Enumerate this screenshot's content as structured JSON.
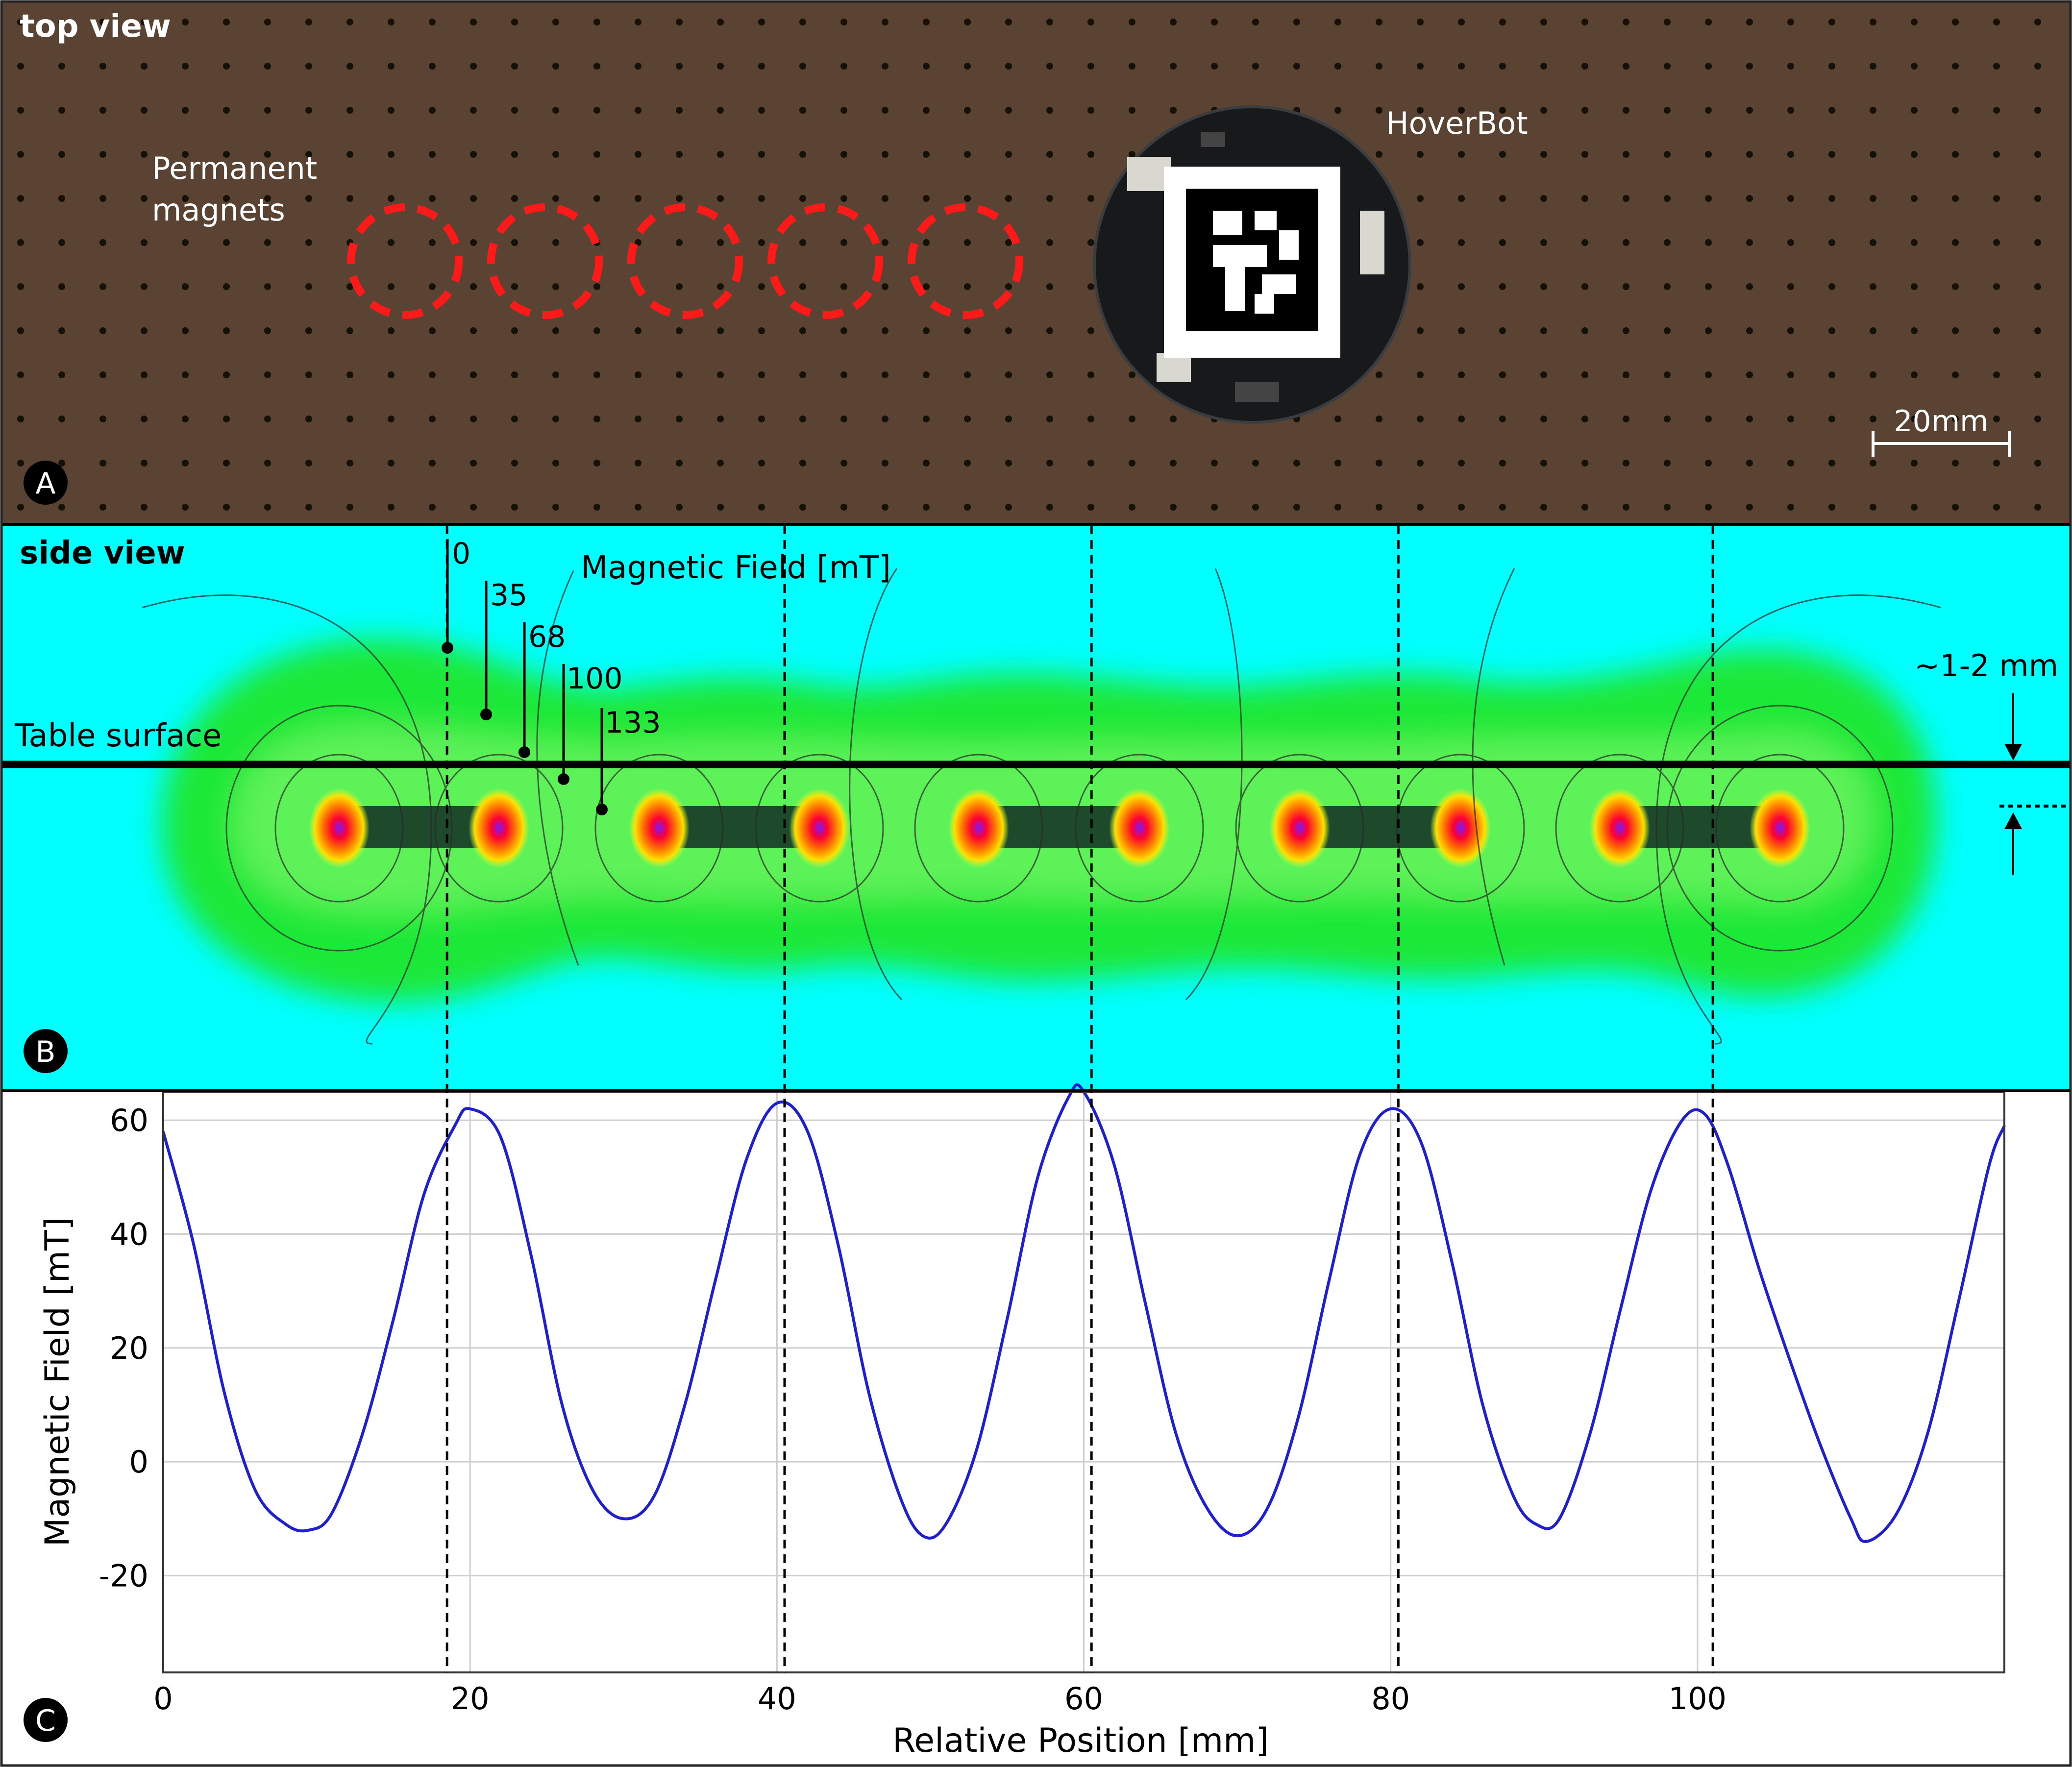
{
  "panel_a": {
    "title": "top view",
    "magnets_label_line1": "Permanent",
    "magnets_label_line2": "magnets",
    "robot_label": "HoverBot",
    "scale_label": "20mm",
    "panel_letter": "A",
    "colors": {
      "board": "#5a4332",
      "hole": "#151008",
      "magnet_outline": "#ff1a1a",
      "pcb": "#17191a",
      "marker_frame": "#ffffff"
    }
  },
  "panel_b": {
    "title": "side view",
    "field_label": "Magnetic Field [mT]",
    "contour_levels": [
      "0",
      "35",
      "68",
      "100",
      "133"
    ],
    "table_label": "Table surface",
    "gap_label": "~1-2 mm",
    "panel_letter": "B",
    "colors": {
      "background": "#00ffff",
      "low": "#1be838",
      "mid": "#5df259",
      "high": "#ff2a00",
      "core": "#8a1aff"
    }
  },
  "panel_c": {
    "panel_letter": "C"
  },
  "chart_data": {
    "type": "line",
    "title": "",
    "xlabel": "Relative Position [mm]",
    "ylabel": "Magnetic Field [mT]",
    "xlim": [
      0,
      120
    ],
    "ylim": [
      -37,
      65
    ],
    "xticks": [
      "0",
      "20",
      "40",
      "60",
      "80",
      "100"
    ],
    "yticks": [
      "-20",
      "0",
      "20",
      "40",
      "60"
    ],
    "grid": true,
    "series": [
      {
        "color": "#1f1fcc",
        "x": [
          0,
          2,
          4,
          6,
          8,
          9.5,
          11,
          13,
          15,
          17,
          19,
          20,
          22,
          24,
          26,
          28,
          30,
          32,
          34,
          36,
          38,
          40,
          42,
          44,
          46,
          48,
          49.5,
          51,
          53,
          55,
          57,
          59,
          60,
          62,
          64,
          66,
          68,
          70,
          72,
          74,
          76,
          78,
          80,
          82,
          84,
          86,
          88,
          89.5,
          91,
          93,
          95,
          97,
          99,
          100.5,
          102,
          104,
          106,
          108,
          110,
          111,
          113,
          115,
          117,
          119,
          120
        ],
        "y": [
          58,
          38,
          12,
          -5,
          -11,
          -12,
          -9,
          5,
          25,
          47,
          59,
          62,
          57,
          36,
          10,
          -5,
          -10,
          -6,
          10,
          32,
          53,
          63,
          58,
          38,
          12,
          -6,
          -13,
          -11,
          2,
          25,
          50,
          64,
          65,
          52,
          28,
          5,
          -8,
          -13,
          -8,
          8,
          32,
          54,
          62,
          56,
          35,
          10,
          -6,
          -11,
          -10,
          5,
          27,
          48,
          60,
          61,
          52,
          34,
          18,
          3,
          -10,
          -14,
          -9,
          5,
          28,
          52,
          59
        ]
      }
    ],
    "dashed_markers_x": [
      18.5,
      40.5,
      60.5,
      80.5,
      101
    ]
  }
}
